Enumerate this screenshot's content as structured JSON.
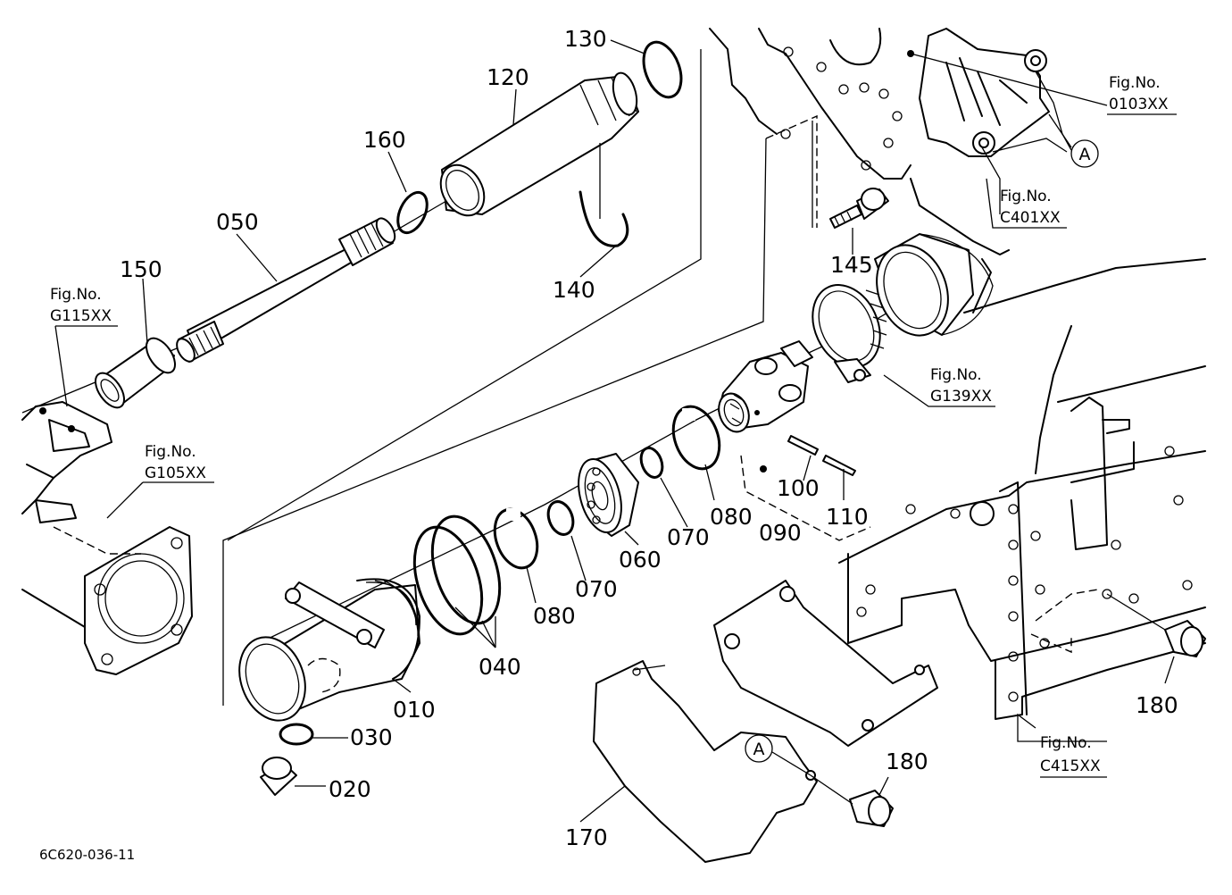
{
  "diagram_code": "6C620-036-11",
  "callout_letter": "A",
  "parts": {
    "p010": "010",
    "p020": "020",
    "p030": "030",
    "p040": "040",
    "p050": "050",
    "p060": "060",
    "p070a": "070",
    "p070b": "070",
    "p080a": "080",
    "p080b": "080",
    "p090": "090",
    "p100": "100",
    "p110": "110",
    "p120": "120",
    "p130": "130",
    "p140": "140",
    "p145": "145",
    "p150": "150",
    "p160": "160",
    "p170": "170",
    "p180a": "180",
    "p180b": "180"
  },
  "figure_refs": {
    "fig_label": "Fig.No.",
    "f0103": "0103XX",
    "fC401": "C401XX",
    "fG115": "G115XX",
    "fG105": "G105XX",
    "fG139": "G139XX",
    "fC415": "C415XX"
  }
}
